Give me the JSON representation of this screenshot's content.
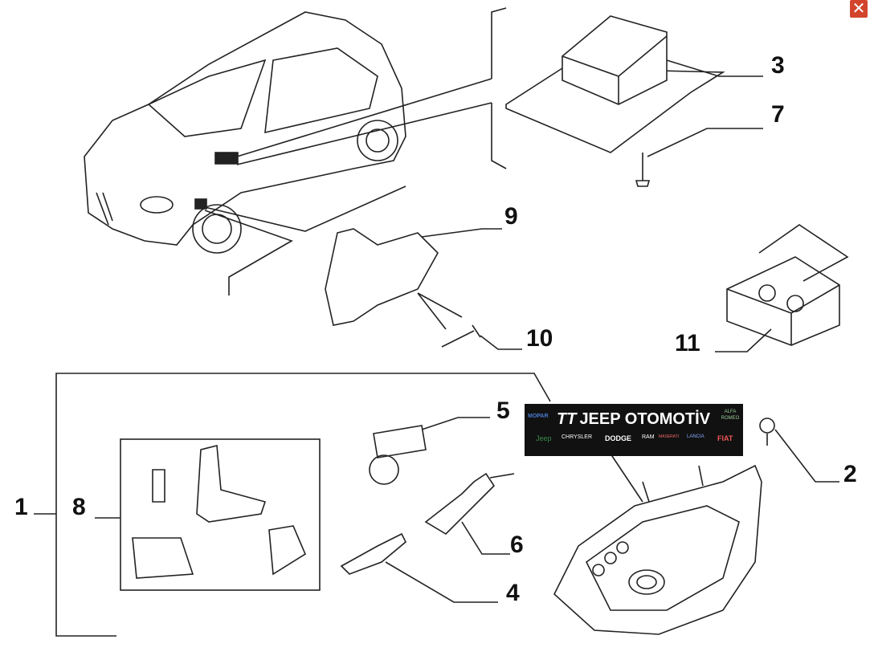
{
  "window": {
    "close_label": "✕"
  },
  "callouts": [
    "1",
    "2",
    "3",
    "4",
    "5",
    "6",
    "7",
    "8",
    "9",
    "10",
    "11"
  ],
  "banner": {
    "logo_text": "TT",
    "title": "JEEP OTOMOTİV",
    "brands": [
      "MOPAR",
      "Jeep",
      "CHRYSLER",
      "DODGE",
      "RAM",
      "MASERATI",
      "LANCIA",
      "FIAT",
      "ALFA ROMEO"
    ],
    "background": "#111111"
  },
  "colors": {
    "close": "#d2452c",
    "line": "#222222"
  }
}
